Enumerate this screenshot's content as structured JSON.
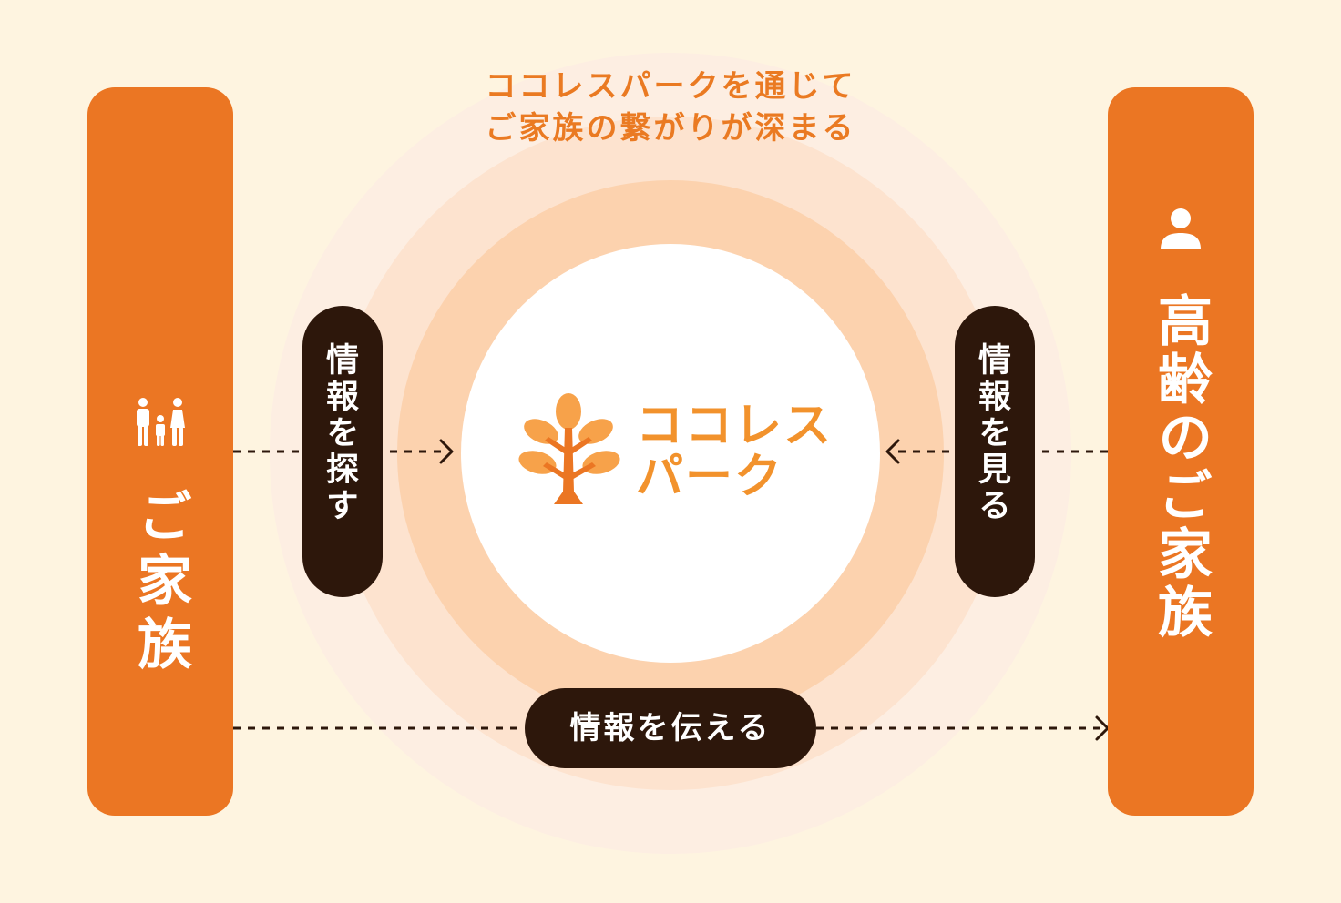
{
  "caption": {
    "line1": "ココレスパークを通じて",
    "line2": "ご家族の繋がりが深まる"
  },
  "left_panel": {
    "label": "ご家族",
    "icon": "family-icon"
  },
  "right_panel": {
    "label": "高齢のご家族",
    "icon": "person-icon"
  },
  "actions": {
    "search": "情報を探す",
    "view": "情報を見る",
    "tell": "情報を伝える"
  },
  "logo": {
    "line1": "ココレス",
    "line2": "パーク",
    "icon": "tree-icon"
  },
  "colors": {
    "background": "#FEF4E0",
    "panel": "#EB7623",
    "pill": "#2D170B",
    "accent_text": "#EA7A22",
    "logo": "#F2922C",
    "ring_outer": "#FDEEE2",
    "ring_mid": "#FDE3CF",
    "ring_inner": "#FCD2AE"
  }
}
